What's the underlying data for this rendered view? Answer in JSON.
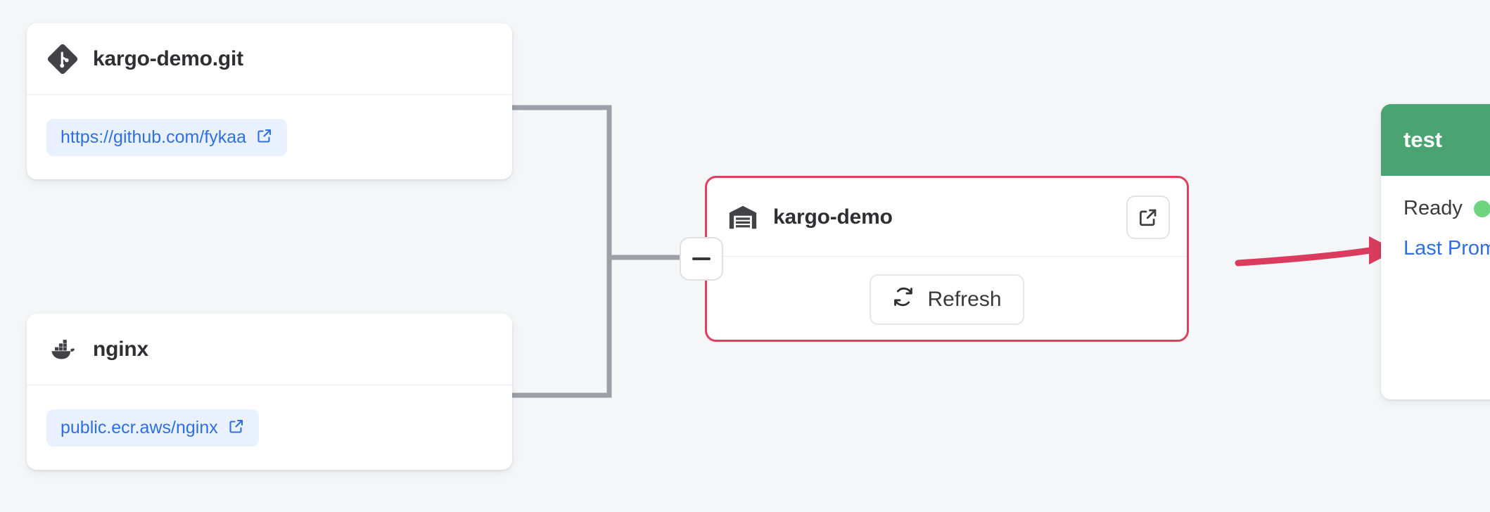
{
  "theme": {
    "background": "#f4f6f8",
    "card_background": "#ffffff",
    "accent_red": "#e0405f",
    "accent_green": "#4aa471",
    "status_green": "#6fd47f",
    "link_blue": "#2f6fe0",
    "pill_background": "#e8f1fd",
    "edge_gray": "#9aa0a6"
  },
  "sources": [
    {
      "id": "git",
      "icon": "git-icon",
      "title": "kargo-demo.git",
      "url_label": "https://github.com/fykaa",
      "url_icon": "external-link-icon"
    },
    {
      "id": "nginx",
      "icon": "docker-icon",
      "title": "nginx",
      "url_label": "public.ecr.aws/nginx",
      "url_icon": "external-link-icon"
    }
  ],
  "warehouse": {
    "icon": "warehouse-icon",
    "title": "kargo-demo",
    "open_button_icon": "external-link-icon",
    "refresh_label": "Refresh",
    "refresh_icon": "sync-icon",
    "collapse_handle_label": "−",
    "collapse_handle_icon": "minus-icon"
  },
  "stage": {
    "title": "test",
    "status_label": "Ready",
    "status_icon": "status-dot-icon",
    "last_promoted_label": "Last Prom"
  }
}
